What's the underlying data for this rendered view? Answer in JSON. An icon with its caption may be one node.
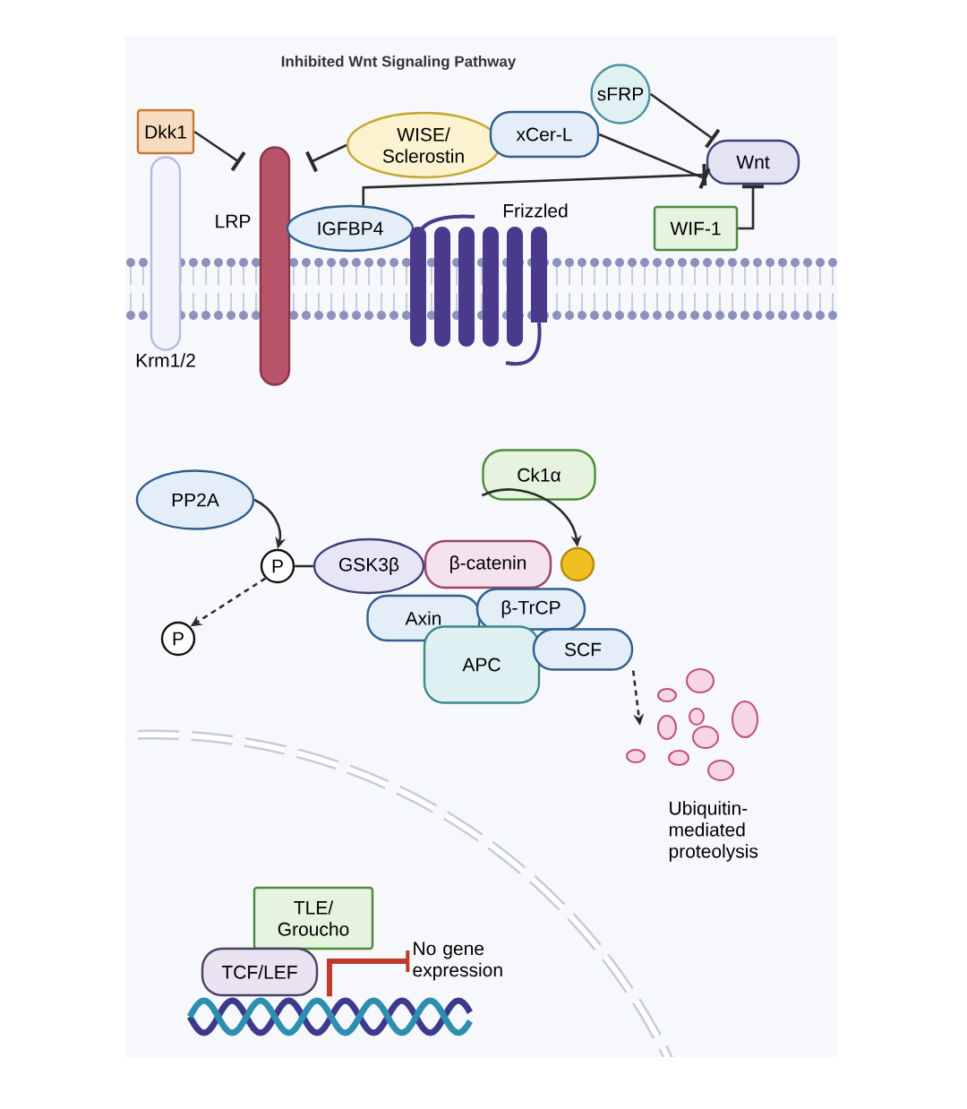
{
  "diagram": {
    "title": "Inhibited Wnt Signaling Pathway",
    "nodes": [
      {
        "text": [
          "Dkk1"
        ]
      },
      {
        "text": [
          "Krm1/2"
        ]
      },
      {
        "text": [
          "LRP"
        ]
      },
      {
        "text": [
          "WISE/ Sclerostin"
        ]
      },
      {
        "text": [
          "xCer-L"
        ]
      },
      {
        "text": [
          "sFRP"
        ]
      },
      {
        "text": [
          "Wnt"
        ]
      },
      {
        "text": [
          "IGFBP4"
        ]
      },
      {
        "text": [
          "Frizzled"
        ]
      },
      {
        "text": [
          "WIF-1"
        ]
      },
      {
        "text": [
          "PP2A"
        ]
      },
      {
        "text": [
          "P"
        ]
      },
      {
        "text": [
          "GSK3β"
        ]
      },
      {
        "text": [
          "β-catenin"
        ]
      },
      {
        "text": [],
        "shape": "circle"
      },
      {
        "text": [
          "Ck1α"
        ]
      },
      {
        "text": [
          "Axin"
        ]
      },
      {
        "text": [
          "β-TrCP"
        ]
      },
      {
        "text": [
          "APC"
        ]
      },
      {
        "text": [
          "SCF"
        ]
      },
      {
        "text": [
          "P"
        ]
      },
      {
        "text": [
          "Ubiquitin- mediated proteolysis"
        ]
      },
      {
        "text": [
          "TLE/ Groucho"
        ]
      },
      {
        "text": [
          "TCF/LEF"
        ]
      },
      {
        "text": [
          "No gene expression"
        ]
      },
      {
        "text": [],
        "shape": "picture"
      }
    ],
    "edges": [
      {
        "from": 0,
        "to": 2,
        "arrow": "other"
      },
      {
        "from": 3,
        "to": 2,
        "arrow": "other"
      },
      {
        "from": 4,
        "to": 6,
        "arrow": "other"
      },
      {
        "from": 5,
        "to": 6,
        "arrow": "other"
      },
      {
        "from": 7,
        "to": 6,
        "arrow": "other"
      },
      {
        "from": 9,
        "to": 6,
        "arrow": "other"
      },
      {
        "from": 10,
        "to": 11,
        "arrow": "to"
      },
      {
        "from": 11,
        "to": 12,
        "arrow": "none"
      },
      {
        "from": 11,
        "to": 20,
        "arrow": "to",
        "style": "dashed"
      },
      {
        "from": 15,
        "to": 14,
        "arrow": "to"
      },
      {
        "from": 19,
        "to": 21,
        "arrow": "to",
        "style": "dashed"
      },
      {
        "from": 25,
        "to": 24,
        "arrow": "other",
        "style": "thick",
        "color": "#c0392b"
      }
    ]
  }
}
